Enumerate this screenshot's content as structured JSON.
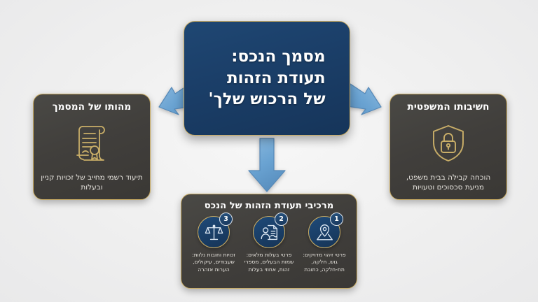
{
  "meta": {
    "background_color": "#f1f1f1",
    "accent_gold": "#c8ab63",
    "accent_navy": "#1b3f69",
    "card_gray": "#413f3c",
    "arrow_blue": "#62a0d2"
  },
  "hero": {
    "title": "מסמך הנכס:\nתעודת הזהות\nשל הרכוש שלך'"
  },
  "cards": {
    "left": {
      "title": "מהותו של המסמך",
      "icon": "scroll-certificate-icon",
      "description": "תיעוד רשמי מחייב של\nזכויות קניין ובעלות"
    },
    "right": {
      "title": "חשיבותו המשפטית",
      "icon": "shield-lock-icon",
      "description": "הוכחה קבילה בבית משפט,\nמניעת סכסוכים וטעויות"
    },
    "bottom": {
      "title": "מרכיבי תעודת הזהות של הנכס",
      "items": [
        {
          "number": "1",
          "icon": "map-pin-icon",
          "text": "פרטי זיהוי מדויקים:\nגוש, חלקה,\nתת-חלקה, כתובת"
        },
        {
          "number": "2",
          "icon": "id-document-icon",
          "text": "פרטי בעלות מלאים:\nשמות הבעלים, מספרי\nזהות, אחוזי בעלות"
        },
        {
          "number": "3",
          "icon": "scales-of-justice-icon",
          "text": "זכויות וחובות נלוות:\nשעבודים, עיקולים,\nהערות אזהרה"
        }
      ]
    }
  },
  "arrows": {
    "left_label": "arrow-to-left-card",
    "right_label": "arrow-to-right-card",
    "down_label": "arrow-to-bottom-card"
  }
}
